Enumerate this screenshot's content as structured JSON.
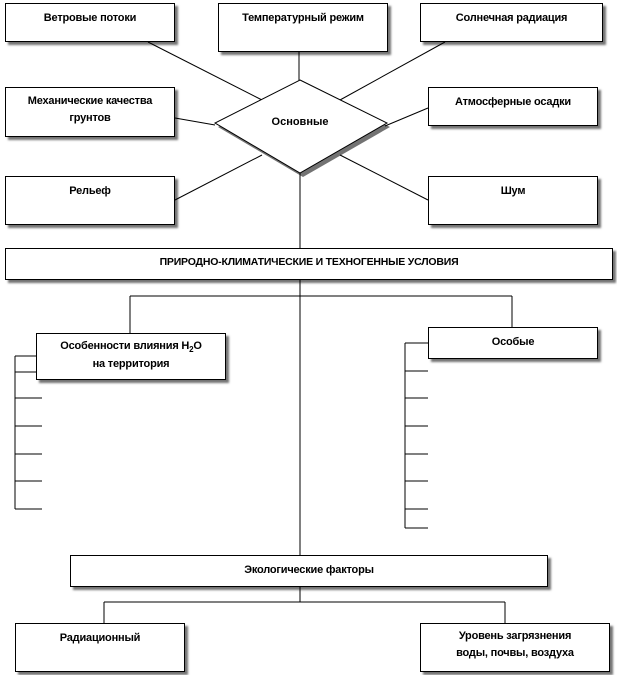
{
  "boxes": {
    "wind": "Ветровые потоки",
    "temperature": "Температурный режим",
    "solar": "Солнечная радиация",
    "soil_line1": "Механические качества",
    "soil_line2": "грунтов",
    "precipitation": "Атмосферные осадки",
    "relief": "Рельеф",
    "noise": "Шум",
    "main_title": "ПРИРОДНО-КЛИМАТИЧЕСКИЕ И ТЕХНОГЕННЫЕ УСЛОВИЯ",
    "water_line1_pre": "Особенности влияния H",
    "water_sub": "2",
    "water_line1_post": "O",
    "water_line2": "на территория",
    "special": "Особые",
    "eco": "Экологические факторы",
    "radiation": "Радиационный",
    "pollution_line1": "Уровень загрязнения",
    "pollution_line2": "воды, почвы, воздуха"
  },
  "diamond": {
    "label": "Основные"
  }
}
